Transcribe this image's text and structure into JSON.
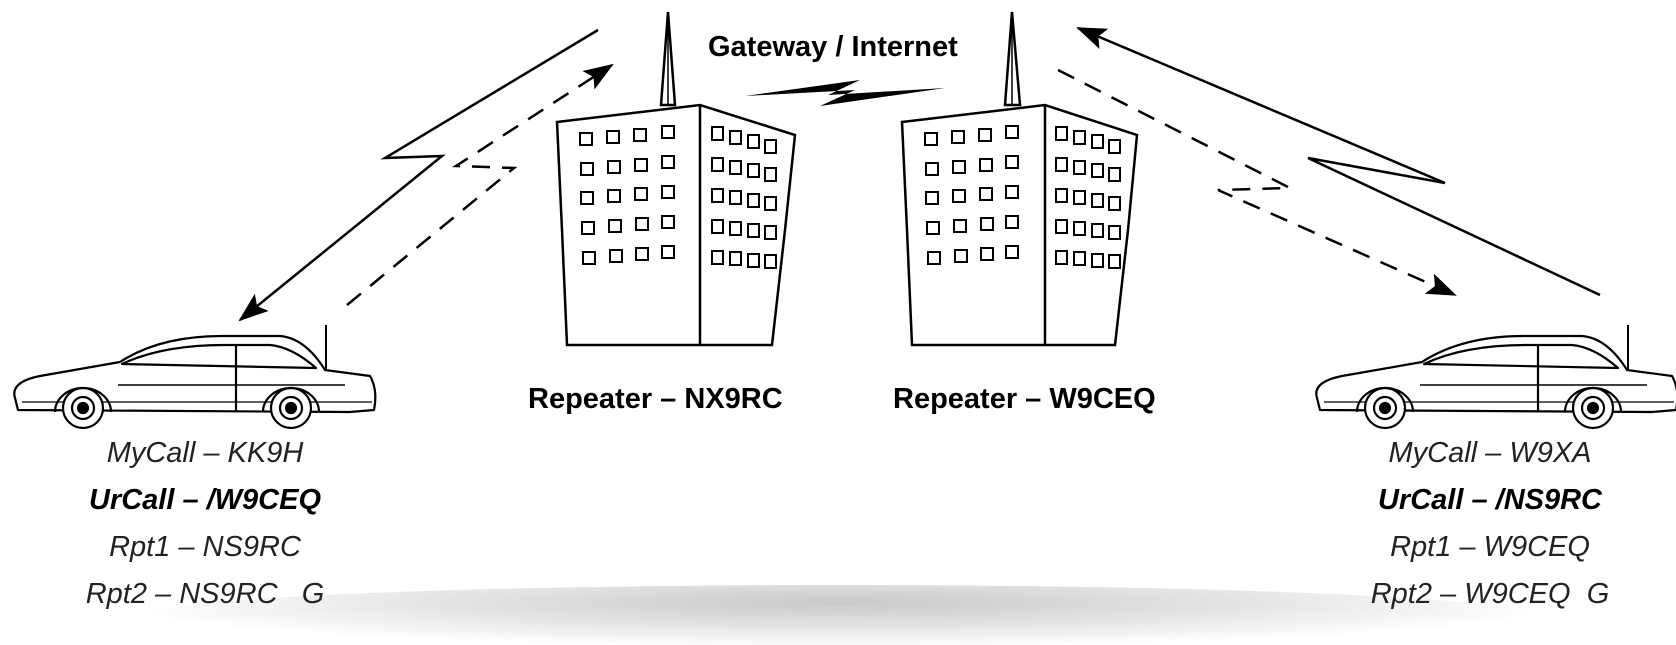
{
  "gateway": {
    "label": "Gateway / Internet"
  },
  "repeaters": [
    {
      "label": "Repeater – NX9RC"
    },
    {
      "label": "Repeater – W9CEQ"
    }
  ],
  "stations": [
    {
      "mycall": "MyCall – KK9H",
      "urcall": "UrCall – /W9CEQ",
      "rpt1": "Rpt1 – NS9RC",
      "rpt2": "Rpt2 – NS9RC   G"
    },
    {
      "mycall": "MyCall – W9XA",
      "urcall": "UrCall – /NS9RC",
      "rpt1": "Rpt1 – W9CEQ",
      "rpt2": "Rpt2 – W9CEQ  G"
    }
  ]
}
